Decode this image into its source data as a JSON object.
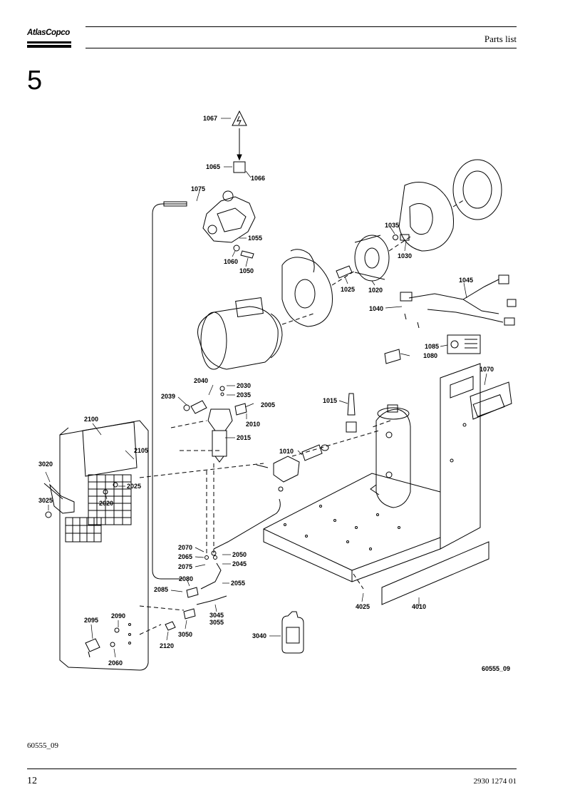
{
  "header": {
    "brand": "AtlasCopco",
    "title": "Parts list"
  },
  "section": {
    "number": "5"
  },
  "drawing": {
    "drawing_ref": "60555_09",
    "callouts": {
      "c1067": "1067",
      "c1065": "1065",
      "c1066": "1066",
      "c1075": "1075",
      "c1055": "1055",
      "c1060": "1060",
      "c1050": "1050",
      "c1035": "1035",
      "c1030": "1030",
      "c1025": "1025",
      "c1020": "1020",
      "c1045": "1045",
      "c1040": "1040",
      "c1085": "1085",
      "c1080": "1080",
      "c1070": "1070",
      "c2040": "2040",
      "c2030": "2030",
      "c2035": "2035",
      "c2039": "2039",
      "c2005": "2005",
      "c2010": "2010",
      "c2015": "2015",
      "c1015": "1015",
      "c2100": "2100",
      "c2105": "2105",
      "c1010": "1010",
      "c3020": "3020",
      "c2025": "2025",
      "c3025": "3025",
      "c2020": "2020",
      "c2070": "2070",
      "c2050": "2050",
      "c2065": "2065",
      "c2045": "2045",
      "c2075": "2075",
      "c2080": "2080",
      "c2055": "2055",
      "c2085": "2085",
      "c4025": "4025",
      "c4010": "4010",
      "c3045": "3045",
      "c3055": "3055",
      "c2090": "2090",
      "c2095": "2095",
      "c3050": "3050",
      "c3040": "3040",
      "c2120": "2120",
      "c2060": "2060"
    }
  },
  "footer": {
    "figure_ref": "60555_09",
    "page_number": "12",
    "doc_number": "2930 1274 01"
  }
}
